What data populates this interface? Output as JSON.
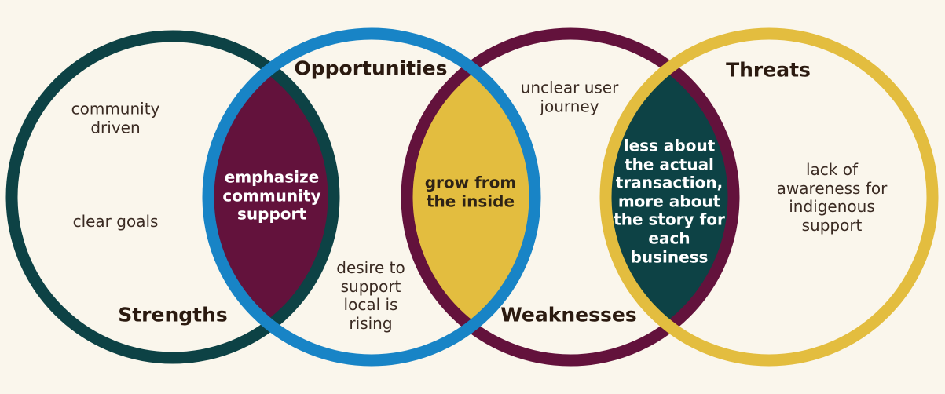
{
  "colors": {
    "background": "#faf6ec",
    "strengths": "#0d4245",
    "opportunities": "#1884c6",
    "weaknesses": "#63123c",
    "threats": "#e3bd3f",
    "lens_strengths_opportunities": "#63123c",
    "lens_opportunities_weaknesses": "#e3bd3f",
    "lens_weaknesses_threats": "#0d4245"
  },
  "headings": {
    "strengths": "Strengths",
    "opportunities": "Opportunities",
    "weaknesses": "Weaknesses",
    "threats": "Threats"
  },
  "strengths": {
    "item1": "community\ndriven",
    "item2": "clear goals"
  },
  "opportunities": {
    "item1": "desire to\nsupport\nlocal is\nrising"
  },
  "weaknesses": {
    "item1": "unclear user\njourney"
  },
  "threats": {
    "item1": "lack of\nawareness for\nindigenous\nsupport"
  },
  "overlaps": {
    "strengths_opportunities": "emphasize\ncommunity\nsupport",
    "opportunities_weaknesses": "grow from\nthe inside",
    "weaknesses_threats": "less about\nthe actual\ntransaction,\nmore about\nthe story for\neach\nbusiness"
  }
}
